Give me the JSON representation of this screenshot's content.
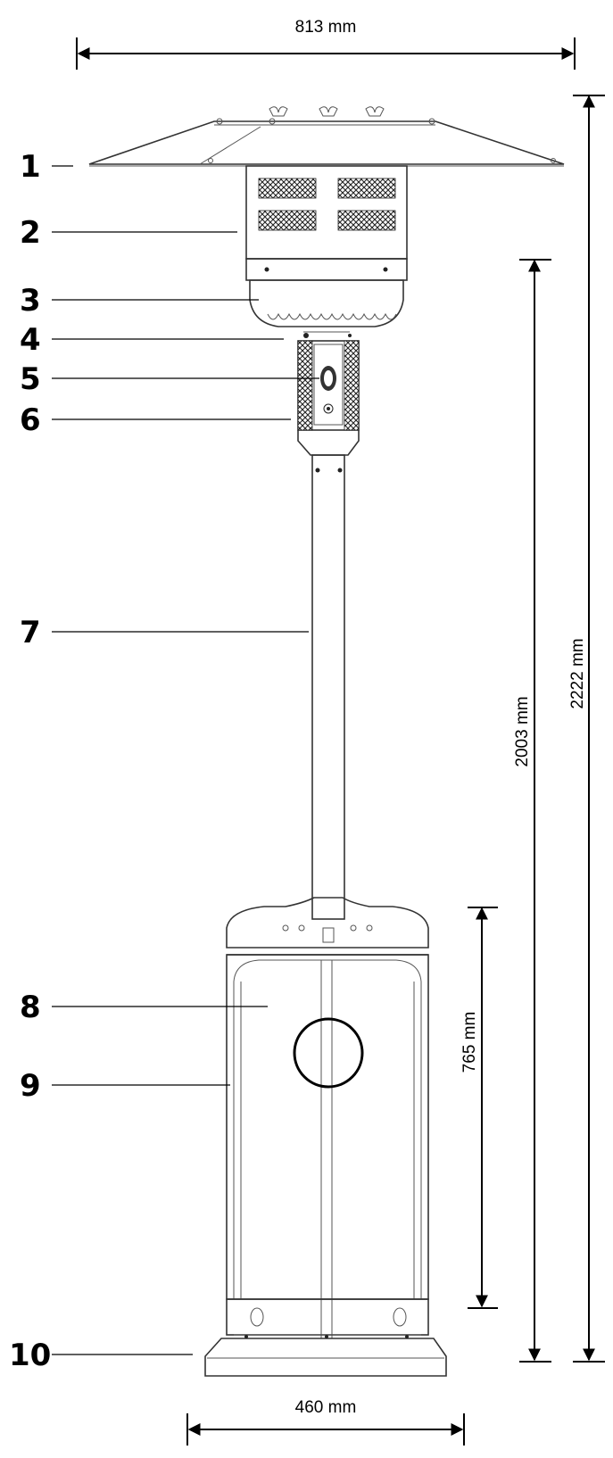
{
  "dimensions": {
    "top_width": "813 mm",
    "base_width": "460 mm",
    "total_height": "2222 mm",
    "reflector_height": "2003 mm",
    "cabinet_height": "765 mm"
  },
  "callouts": [
    "1",
    "2",
    "3",
    "4",
    "5",
    "6",
    "7",
    "8",
    "9",
    "10"
  ]
}
